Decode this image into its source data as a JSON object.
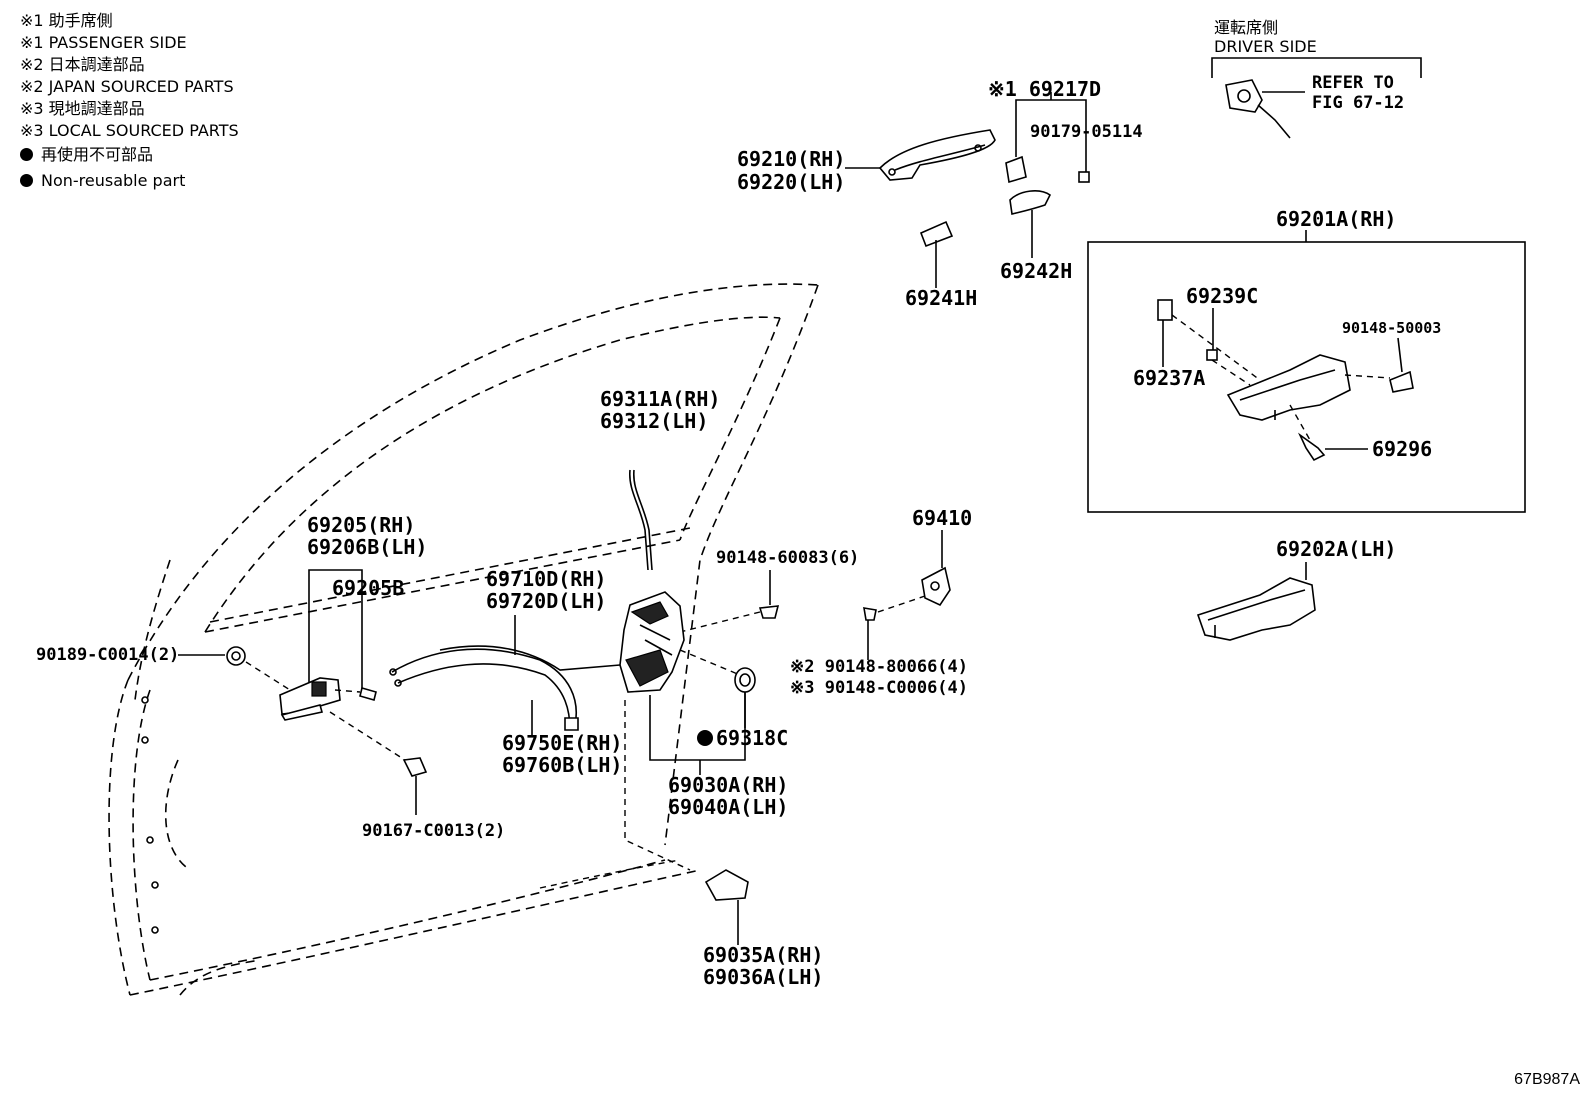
{
  "legend": [
    {
      "text": "※1 助手席側"
    },
    {
      "text": "※1 PASSENGER SIDE"
    },
    {
      "text": "※2 日本調達部品"
    },
    {
      "text": "※2 JAPAN SOURCED PARTS"
    },
    {
      "text": "※3 現地調達部品"
    },
    {
      "text": "※3 LOCAL SOURCED PARTS"
    },
    {
      "text": "再使用不可部品",
      "bullet": true
    },
    {
      "text": "Non-reusable part",
      "bullet": true
    }
  ],
  "driver_side": {
    "jp": "運転席側",
    "en": "DRIVER SIDE",
    "refer_line1": "REFER TO",
    "refer_line2": "FIG 67-12"
  },
  "labels": {
    "l69217D": "※1 69217D",
    "l9017905114": "90179-05114",
    "l69210": "69210(RH)",
    "l69220": "69220(LH)",
    "l69241H": "69241H",
    "l69242H": "69242H",
    "l69201A": "69201A(RH)",
    "l69239C": "69239C",
    "l9014850003": "90148-50003",
    "l69237A": "69237A",
    "l69296": "69296",
    "l69311A": "69311A(RH)",
    "l69312": "69312(LH)",
    "l69410": "69410",
    "l9014860083": "90148-60083(6)",
    "l69202A": "69202A(LH)",
    "l69205": "69205(RH)",
    "l69206B": "69206B(LH)",
    "l69205B": "69205B",
    "l69710D": "69710D(RH)",
    "l69720D": "69720D(LH)",
    "l90189": "90189-C0014(2)",
    "l9014880066": "※2 90148-80066(4)",
    "l90148C0006": "※3 90148-C0006(4)",
    "l69750E": "69750E(RH)",
    "l69760B": "69760B(LH)",
    "l69318C": "69318C",
    "l69030A": "69030A(RH)",
    "l69040A": "69040A(LH)",
    "l90167": "90167-C0013(2)",
    "l69035A": "69035A(RH)",
    "l69036A": "69036A(LH)"
  },
  "figure_id": "67B987A"
}
